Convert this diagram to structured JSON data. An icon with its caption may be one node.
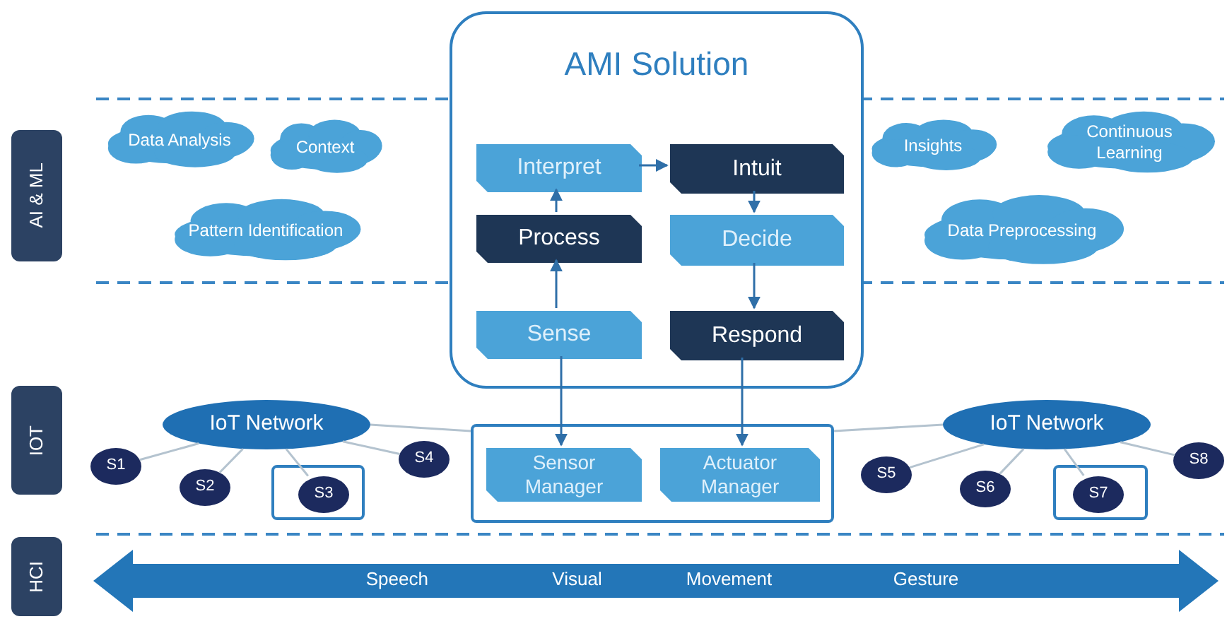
{
  "diagram": {
    "nodes": [
      {
        "text": [
          "AI & ML"
        ]
      },
      {
        "text": [
          "IOT"
        ]
      },
      {
        "text": [
          "HCI"
        ]
      },
      {
        "text": [
          "AMI Solution"
        ]
      },
      {
        "text": [
          "Interpret"
        ],
        "in": 3
      },
      {
        "text": [
          "Intuit"
        ],
        "in": 3
      },
      {
        "text": [
          "Process"
        ],
        "in": 3
      },
      {
        "text": [
          "Decide"
        ],
        "in": 3
      },
      {
        "text": [
          "Sense"
        ],
        "in": 3
      },
      {
        "text": [
          "Respond"
        ],
        "in": 3
      },
      {
        "text": [
          "Data Analysis"
        ]
      },
      {
        "text": [
          "Context"
        ]
      },
      {
        "text": [
          "Pattern Identification"
        ]
      },
      {
        "text": [
          "Insights"
        ]
      },
      {
        "text": [
          "Continuous Learning"
        ]
      },
      {
        "text": [
          "Data Preprocessing"
        ]
      },
      {
        "text": [
          "IoT Network"
        ]
      },
      {
        "text": [
          "S1"
        ]
      },
      {
        "text": [
          "S2"
        ]
      },
      {
        "text": [],
        "shape": "box"
      },
      {
        "text": [
          "S3"
        ],
        "in": 19
      },
      {
        "text": [
          "S4"
        ]
      },
      {
        "text": [],
        "shape": "box"
      },
      {
        "text": [
          "Sensor Manager"
        ],
        "in": 22
      },
      {
        "text": [
          "Actuator Manager"
        ],
        "in": 22
      },
      {
        "text": [
          "IoT Network"
        ]
      },
      {
        "text": [
          "S5"
        ]
      },
      {
        "text": [
          "S6"
        ]
      },
      {
        "text": [],
        "shape": "box"
      },
      {
        "text": [
          "S7"
        ],
        "in": 28
      },
      {
        "text": [
          "S8"
        ]
      },
      {
        "text": [
          "Speech",
          "Visual",
          "Movement",
          "Gesture"
        ]
      }
    ],
    "edges": [
      {
        "from": 8,
        "to": 6,
        "arrow": "to",
        "color": "#2f6fa8"
      },
      {
        "from": 6,
        "to": 4,
        "arrow": "to",
        "color": "#2f6fa8"
      },
      {
        "from": 4,
        "to": 5,
        "arrow": "to",
        "color": "#2f6fa8"
      },
      {
        "from": 5,
        "to": 7,
        "arrow": "to",
        "color": "#2f6fa8"
      },
      {
        "from": 7,
        "to": 9,
        "arrow": "to",
        "color": "#2f6fa8"
      },
      {
        "from": 8,
        "to": 23,
        "arrow": "to",
        "color": "#2f6fa8"
      },
      {
        "from": 9,
        "to": 24,
        "arrow": "to",
        "color": "#2f6fa8"
      },
      {
        "from": 16,
        "to": 17,
        "arrow": "none"
      },
      {
        "from": 16,
        "to": 18,
        "arrow": "none"
      },
      {
        "from": 16,
        "to": 20,
        "arrow": "none"
      },
      {
        "from": 16,
        "to": 21,
        "arrow": "none"
      },
      {
        "from": 16,
        "to": 22,
        "arrow": "none"
      },
      {
        "from": 25,
        "to": 22,
        "arrow": "none"
      },
      {
        "from": 25,
        "to": 26,
        "arrow": "none"
      },
      {
        "from": 25,
        "to": 27,
        "arrow": "none"
      },
      {
        "from": 25,
        "to": 29,
        "arrow": "none"
      },
      {
        "from": 25,
        "to": 30,
        "arrow": "none"
      }
    ]
  }
}
